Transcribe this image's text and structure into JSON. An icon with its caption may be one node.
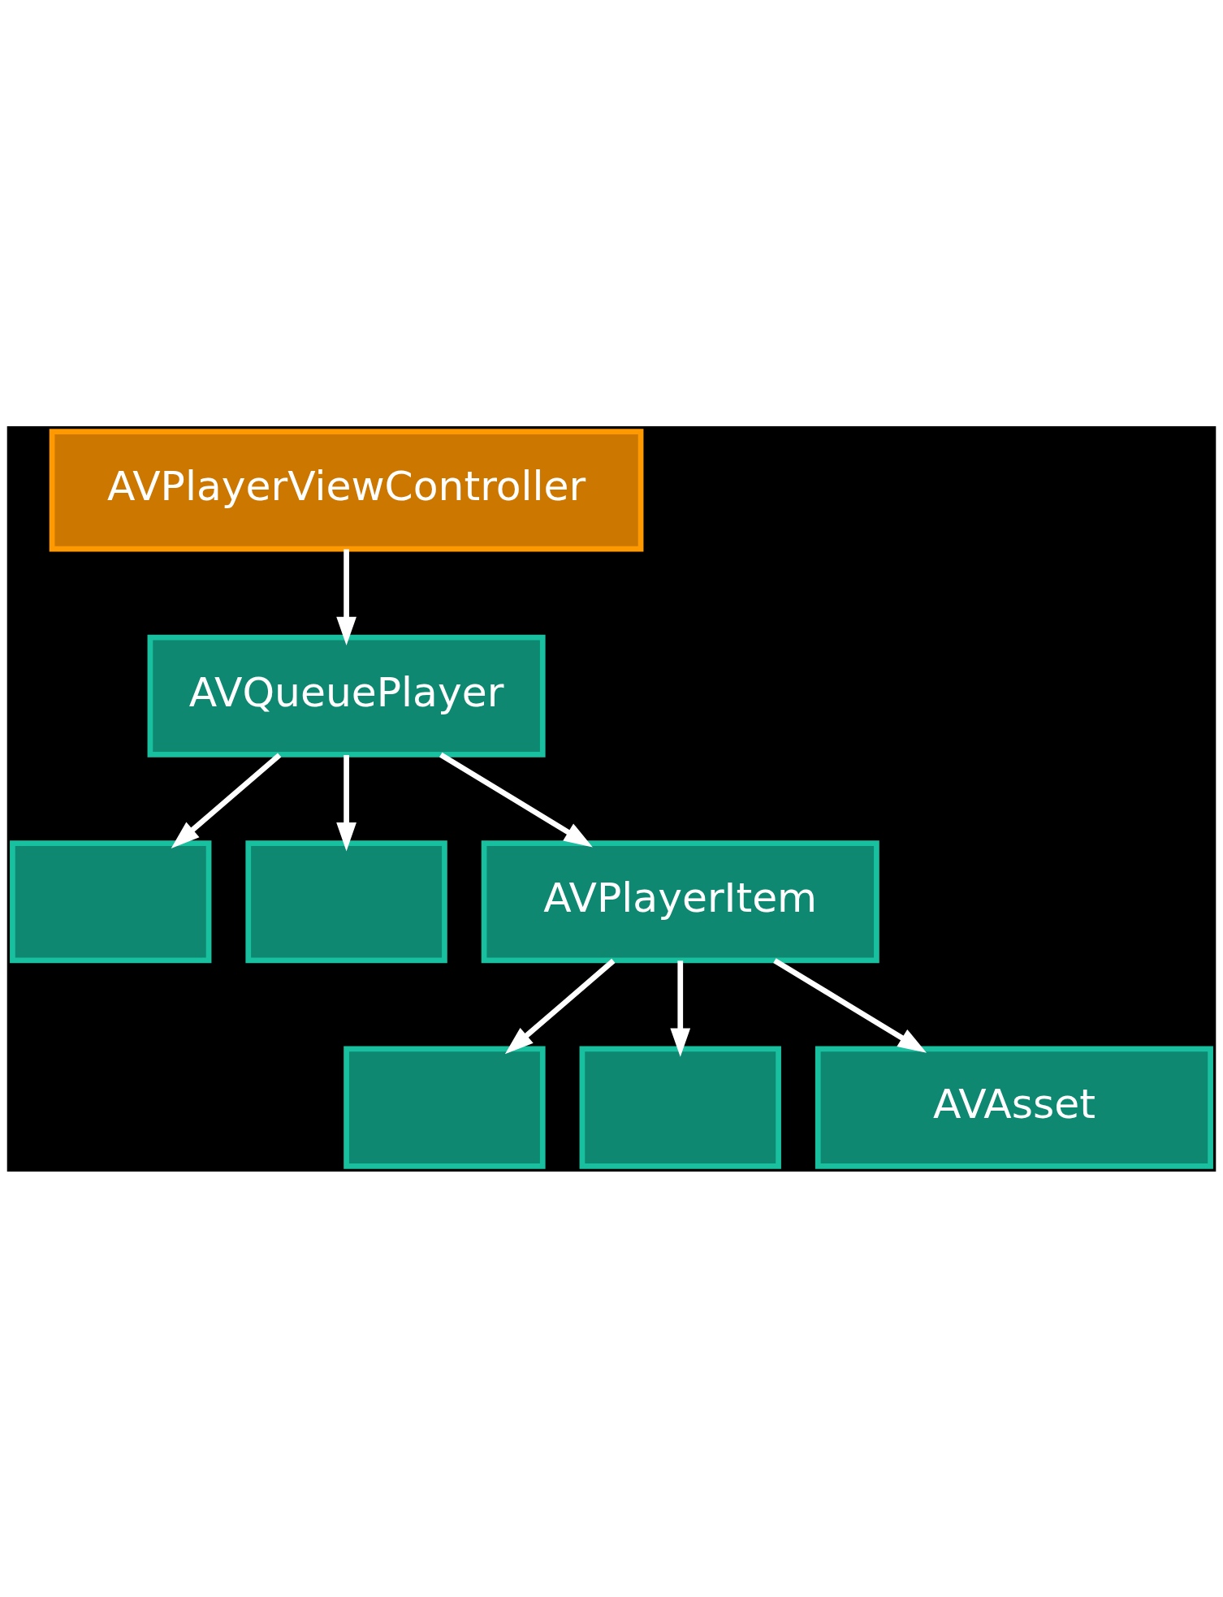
{
  "diagram": {
    "nodes": [
      {
        "text": [
          "AVPlayerViewController"
        ]
      },
      {
        "text": [
          "AVQueuePlayer"
        ]
      },
      {
        "text": [],
        "shape": "box"
      },
      {
        "text": [],
        "shape": "box"
      },
      {
        "text": [
          "AVPlayerItem"
        ]
      },
      {
        "text": [],
        "shape": "box"
      },
      {
        "text": [],
        "shape": "box"
      },
      {
        "text": [
          "AVAsset"
        ]
      }
    ],
    "edges": [
      {
        "from": 0,
        "to": 1,
        "arrow": "to"
      },
      {
        "from": 1,
        "to": 2,
        "arrow": "to"
      },
      {
        "from": 1,
        "to": 3,
        "arrow": "to"
      },
      {
        "from": 1,
        "to": 4,
        "arrow": "to"
      },
      {
        "from": 4,
        "to": 5,
        "arrow": "to"
      },
      {
        "from": 4,
        "to": 6,
        "arrow": "to"
      },
      {
        "from": 4,
        "to": 7,
        "arrow": "to"
      }
    ]
  }
}
